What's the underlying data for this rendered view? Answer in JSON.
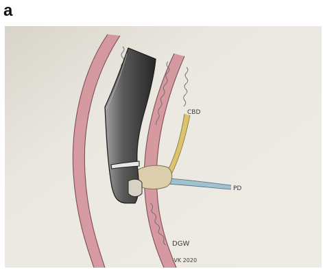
{
  "figure": {
    "panel_label": "a"
  },
  "drawing": {
    "labels": {
      "cbd": "CBD",
      "pd": "PD",
      "dgw": "DGW",
      "signature": "-VK 2020"
    },
    "colors": {
      "paper": "#ece9e2",
      "paper_shadow": "#d9d5cc",
      "wall_red": "#c9707c",
      "wall_outline": "#8a5a62",
      "scope_dark": "#2f2f2f",
      "scope_light": "#9a9a9a",
      "cbd_yellow": "#d8b44a",
      "pd_blue": "#8fb5c8",
      "papilla_beige": "#d9c9a8",
      "pencil": "#4a4a4a"
    }
  }
}
